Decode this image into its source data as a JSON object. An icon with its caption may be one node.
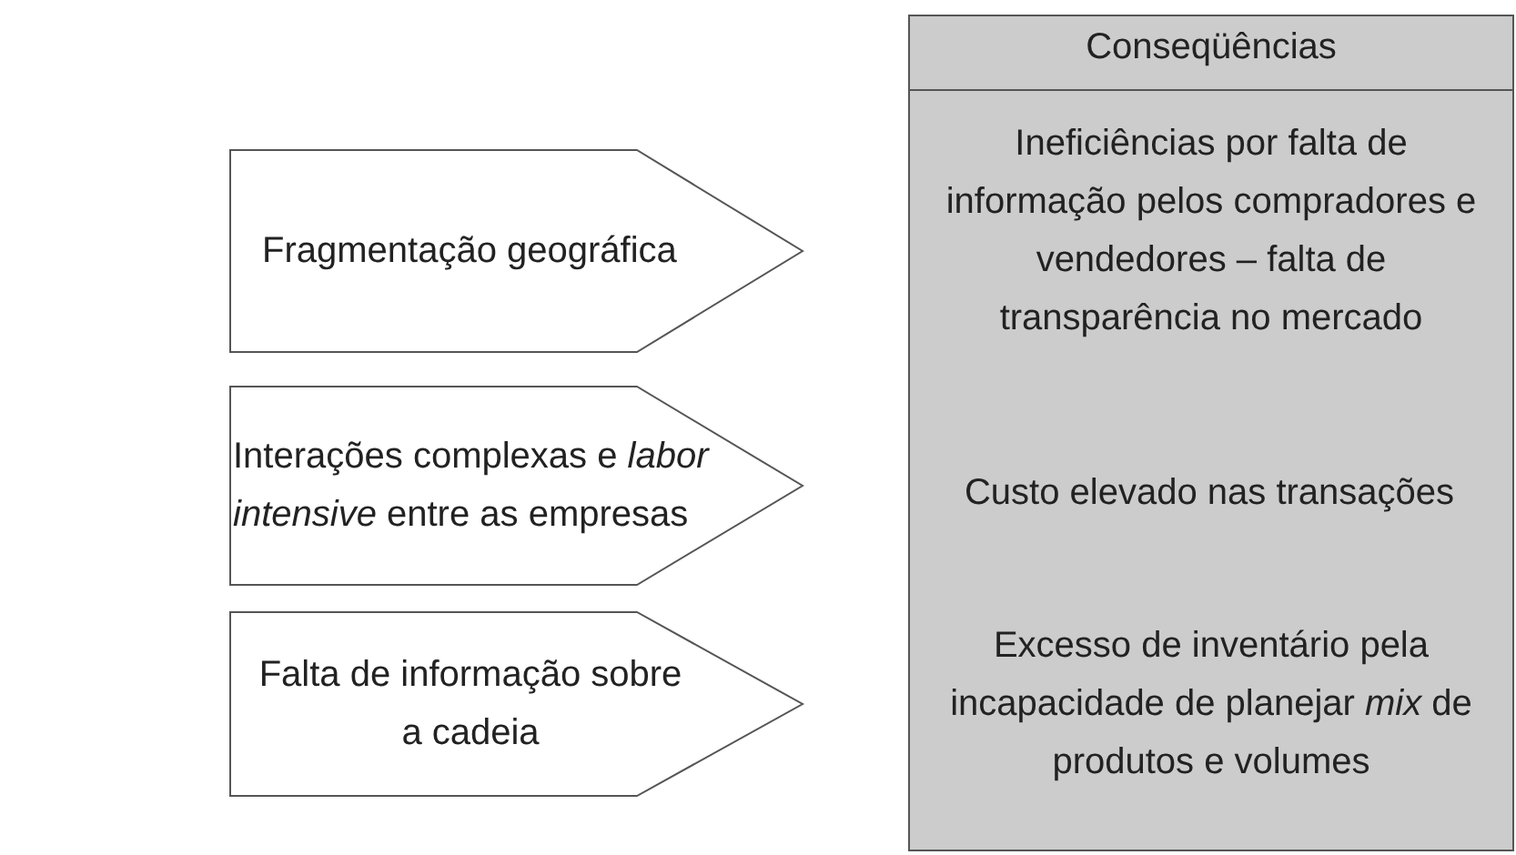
{
  "diagram": {
    "nodes": [
      {
        "text": [
          "Fragmentação geográfica"
        ]
      },
      {
        "text": [
          "Interações complexas e *labor intensive* entre as empresas"
        ]
      },
      {
        "text": [
          "Falta de informação sobre a cadeia"
        ]
      },
      {
        "text": [
          "Conseqüências"
        ]
      },
      {
        "text": [
          "Ineficiências por falta de informação pelos compradores e vendedores – falta de transparência no mercado"
        ],
        "in": 3
      },
      {
        "text": [
          "Custo elevado nas transações"
        ],
        "in": 3
      },
      {
        "text": [
          "Excesso de inventário pela incapacidade de planejar *mix* de produtos e volumes"
        ],
        "in": 3
      }
    ]
  }
}
